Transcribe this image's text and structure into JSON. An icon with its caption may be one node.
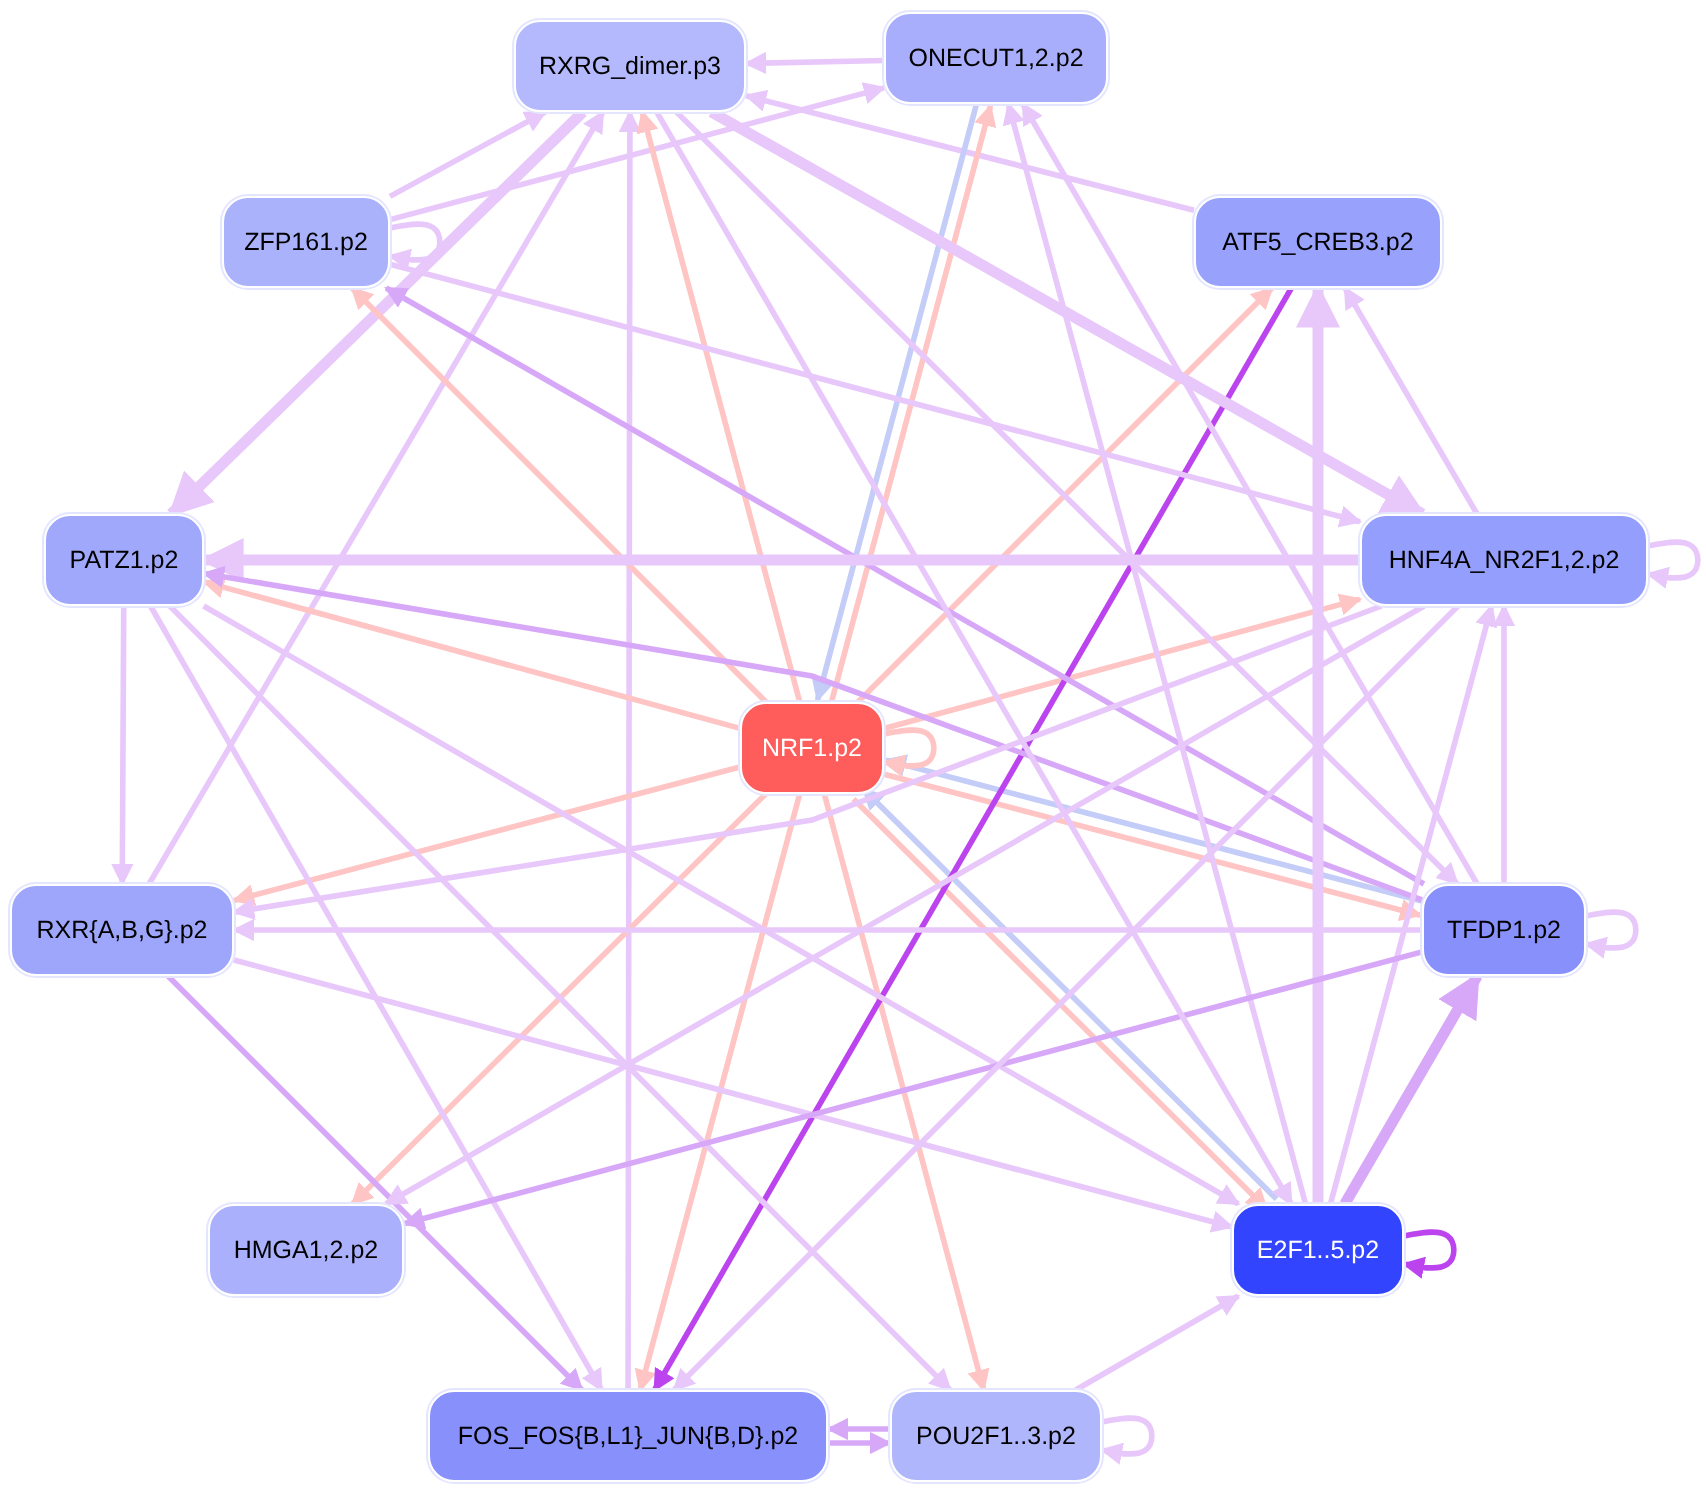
{
  "diagram": {
    "nodes": [
      {
        "text": [
          "RXRG_dimer.p3"
        ]
      },
      {
        "text": [
          "ONECUT1,2.p2"
        ]
      },
      {
        "text": [
          "ZFP161.p2"
        ]
      },
      {
        "text": [
          "ATF5_CREB3.p2"
        ]
      },
      {
        "text": [
          "PATZ1.p2"
        ]
      },
      {
        "text": [
          "HNF4A_NR2F1,2.p2"
        ]
      },
      {
        "text": [
          "NRF1.p2"
        ]
      },
      {
        "text": [
          "RXR{A,B,G}.p2"
        ]
      },
      {
        "text": [
          "TFDP1.p2"
        ]
      },
      {
        "text": [
          "HMGA1,2.p2"
        ]
      },
      {
        "text": [
          "E2F1..5.p2"
        ]
      },
      {
        "text": [
          "FOS_FOS{B,L1}_JUN{B,D}.p2"
        ]
      },
      {
        "text": [
          "POU2F1..3.p2"
        ]
      }
    ],
    "edges": [
      {
        "from": 1,
        "to": 0,
        "arrow": "to"
      },
      {
        "from": 3,
        "to": 0,
        "arrow": "to"
      },
      {
        "from": 2,
        "to": 1,
        "arrow": "to"
      },
      {
        "from": 2,
        "to": 0,
        "arrow": "to"
      },
      {
        "from": 2,
        "to": 2,
        "arrow": "to"
      },
      {
        "from": 0,
        "to": 4,
        "arrow": "to",
        "style": "thick"
      },
      {
        "from": 7,
        "to": 0,
        "arrow": "to"
      },
      {
        "from": 11,
        "to": 0,
        "arrow": "to"
      },
      {
        "from": 6,
        "to": 0,
        "arrow": "to",
        "color": "#ffc4c4"
      },
      {
        "from": 6,
        "to": 2,
        "arrow": "to",
        "color": "#ffc4c4"
      },
      {
        "from": 6,
        "to": 4,
        "arrow": "to",
        "color": "#ffc4c4"
      },
      {
        "from": 6,
        "to": 7,
        "arrow": "to",
        "color": "#ffc4c4"
      },
      {
        "from": 6,
        "to": 9,
        "arrow": "to",
        "color": "#ffc4c4"
      },
      {
        "from": 6,
        "to": 11,
        "arrow": "to",
        "color": "#ffc4c4"
      },
      {
        "from": 6,
        "to": 12,
        "arrow": "to",
        "color": "#ffc4c4"
      },
      {
        "from": 6,
        "to": 10,
        "arrow": "to",
        "color": "#ffc4c4"
      },
      {
        "from": 10,
        "to": 6,
        "arrow": "to",
        "color": "#c4ccf8"
      },
      {
        "from": 6,
        "to": 5,
        "arrow": "to",
        "color": "#ffc4c4"
      },
      {
        "from": 6,
        "to": 3,
        "arrow": "to",
        "color": "#ffc4c4"
      },
      {
        "from": 6,
        "to": 1,
        "arrow": "to",
        "color": "#ffc4c4"
      },
      {
        "from": 1,
        "to": 6,
        "arrow": "to",
        "color": "#c4ccf8"
      },
      {
        "from": 6,
        "to": 8,
        "arrow": "to",
        "color": "#ffc4c4"
      },
      {
        "from": 8,
        "to": 6,
        "arrow": "to",
        "color": "#c4ccf8"
      },
      {
        "from": 6,
        "to": 6,
        "arrow": "to",
        "color": "#ffc4c4"
      },
      {
        "from": 3,
        "to": 11,
        "arrow": "to",
        "color": "#bb44ee"
      },
      {
        "from": 0,
        "to": 5,
        "arrow": "to",
        "style": "thick"
      },
      {
        "from": 0,
        "to": 8,
        "arrow": "to"
      },
      {
        "from": 2,
        "to": 5,
        "arrow": "to"
      },
      {
        "from": 8,
        "to": 2,
        "arrow": "to",
        "color": "#d8a8f8"
      },
      {
        "from": 5,
        "to": 4,
        "arrow": "to",
        "style": "thick"
      },
      {
        "from": 8,
        "to": 4,
        "arrow": "to",
        "color": "#d8a8f8"
      },
      {
        "from": 5,
        "to": 5,
        "arrow": "to"
      },
      {
        "from": 8,
        "to": 5,
        "arrow": "to"
      },
      {
        "from": 10,
        "to": 5,
        "arrow": "to"
      },
      {
        "from": 5,
        "to": 3,
        "arrow": "to"
      },
      {
        "from": 10,
        "to": 3,
        "arrow": "to",
        "style": "thick"
      },
      {
        "from": 10,
        "to": 1,
        "arrow": "to"
      },
      {
        "from": 8,
        "to": 1,
        "arrow": "to"
      },
      {
        "from": 8,
        "to": 7,
        "arrow": "to"
      },
      {
        "from": 5,
        "to": 7,
        "arrow": "to"
      },
      {
        "from": 4,
        "to": 7,
        "arrow": "to"
      },
      {
        "from": 4,
        "to": 11,
        "arrow": "to"
      },
      {
        "from": 4,
        "to": 12,
        "arrow": "to"
      },
      {
        "from": 4,
        "to": 10,
        "arrow": "to"
      },
      {
        "from": 7,
        "to": 11,
        "arrow": "to",
        "color": "#d8a8f8"
      },
      {
        "from": 7,
        "to": 10,
        "arrow": "to"
      },
      {
        "from": 8,
        "to": 9,
        "arrow": "to",
        "color": "#d8a8f8"
      },
      {
        "from": 5,
        "to": 9,
        "arrow": "to"
      },
      {
        "from": 5,
        "to": 11,
        "arrow": "to"
      },
      {
        "from": 11,
        "to": 12,
        "arrow": "to",
        "color": "#d8a8f8"
      },
      {
        "from": 12,
        "to": 11,
        "arrow": "to",
        "color": "#d8a8f8"
      },
      {
        "from": 12,
        "to": 10,
        "arrow": "to"
      },
      {
        "from": 12,
        "to": 12,
        "arrow": "to"
      },
      {
        "from": 10,
        "to": 8,
        "arrow": "to",
        "style": "thick",
        "color": "#d8a8f8"
      },
      {
        "from": 10,
        "to": 10,
        "arrow": "to",
        "color": "#bb44ee"
      },
      {
        "from": 8,
        "to": 8,
        "arrow": "to"
      },
      {
        "from": 0,
        "to": 10,
        "arrow": "to"
      }
    ]
  }
}
